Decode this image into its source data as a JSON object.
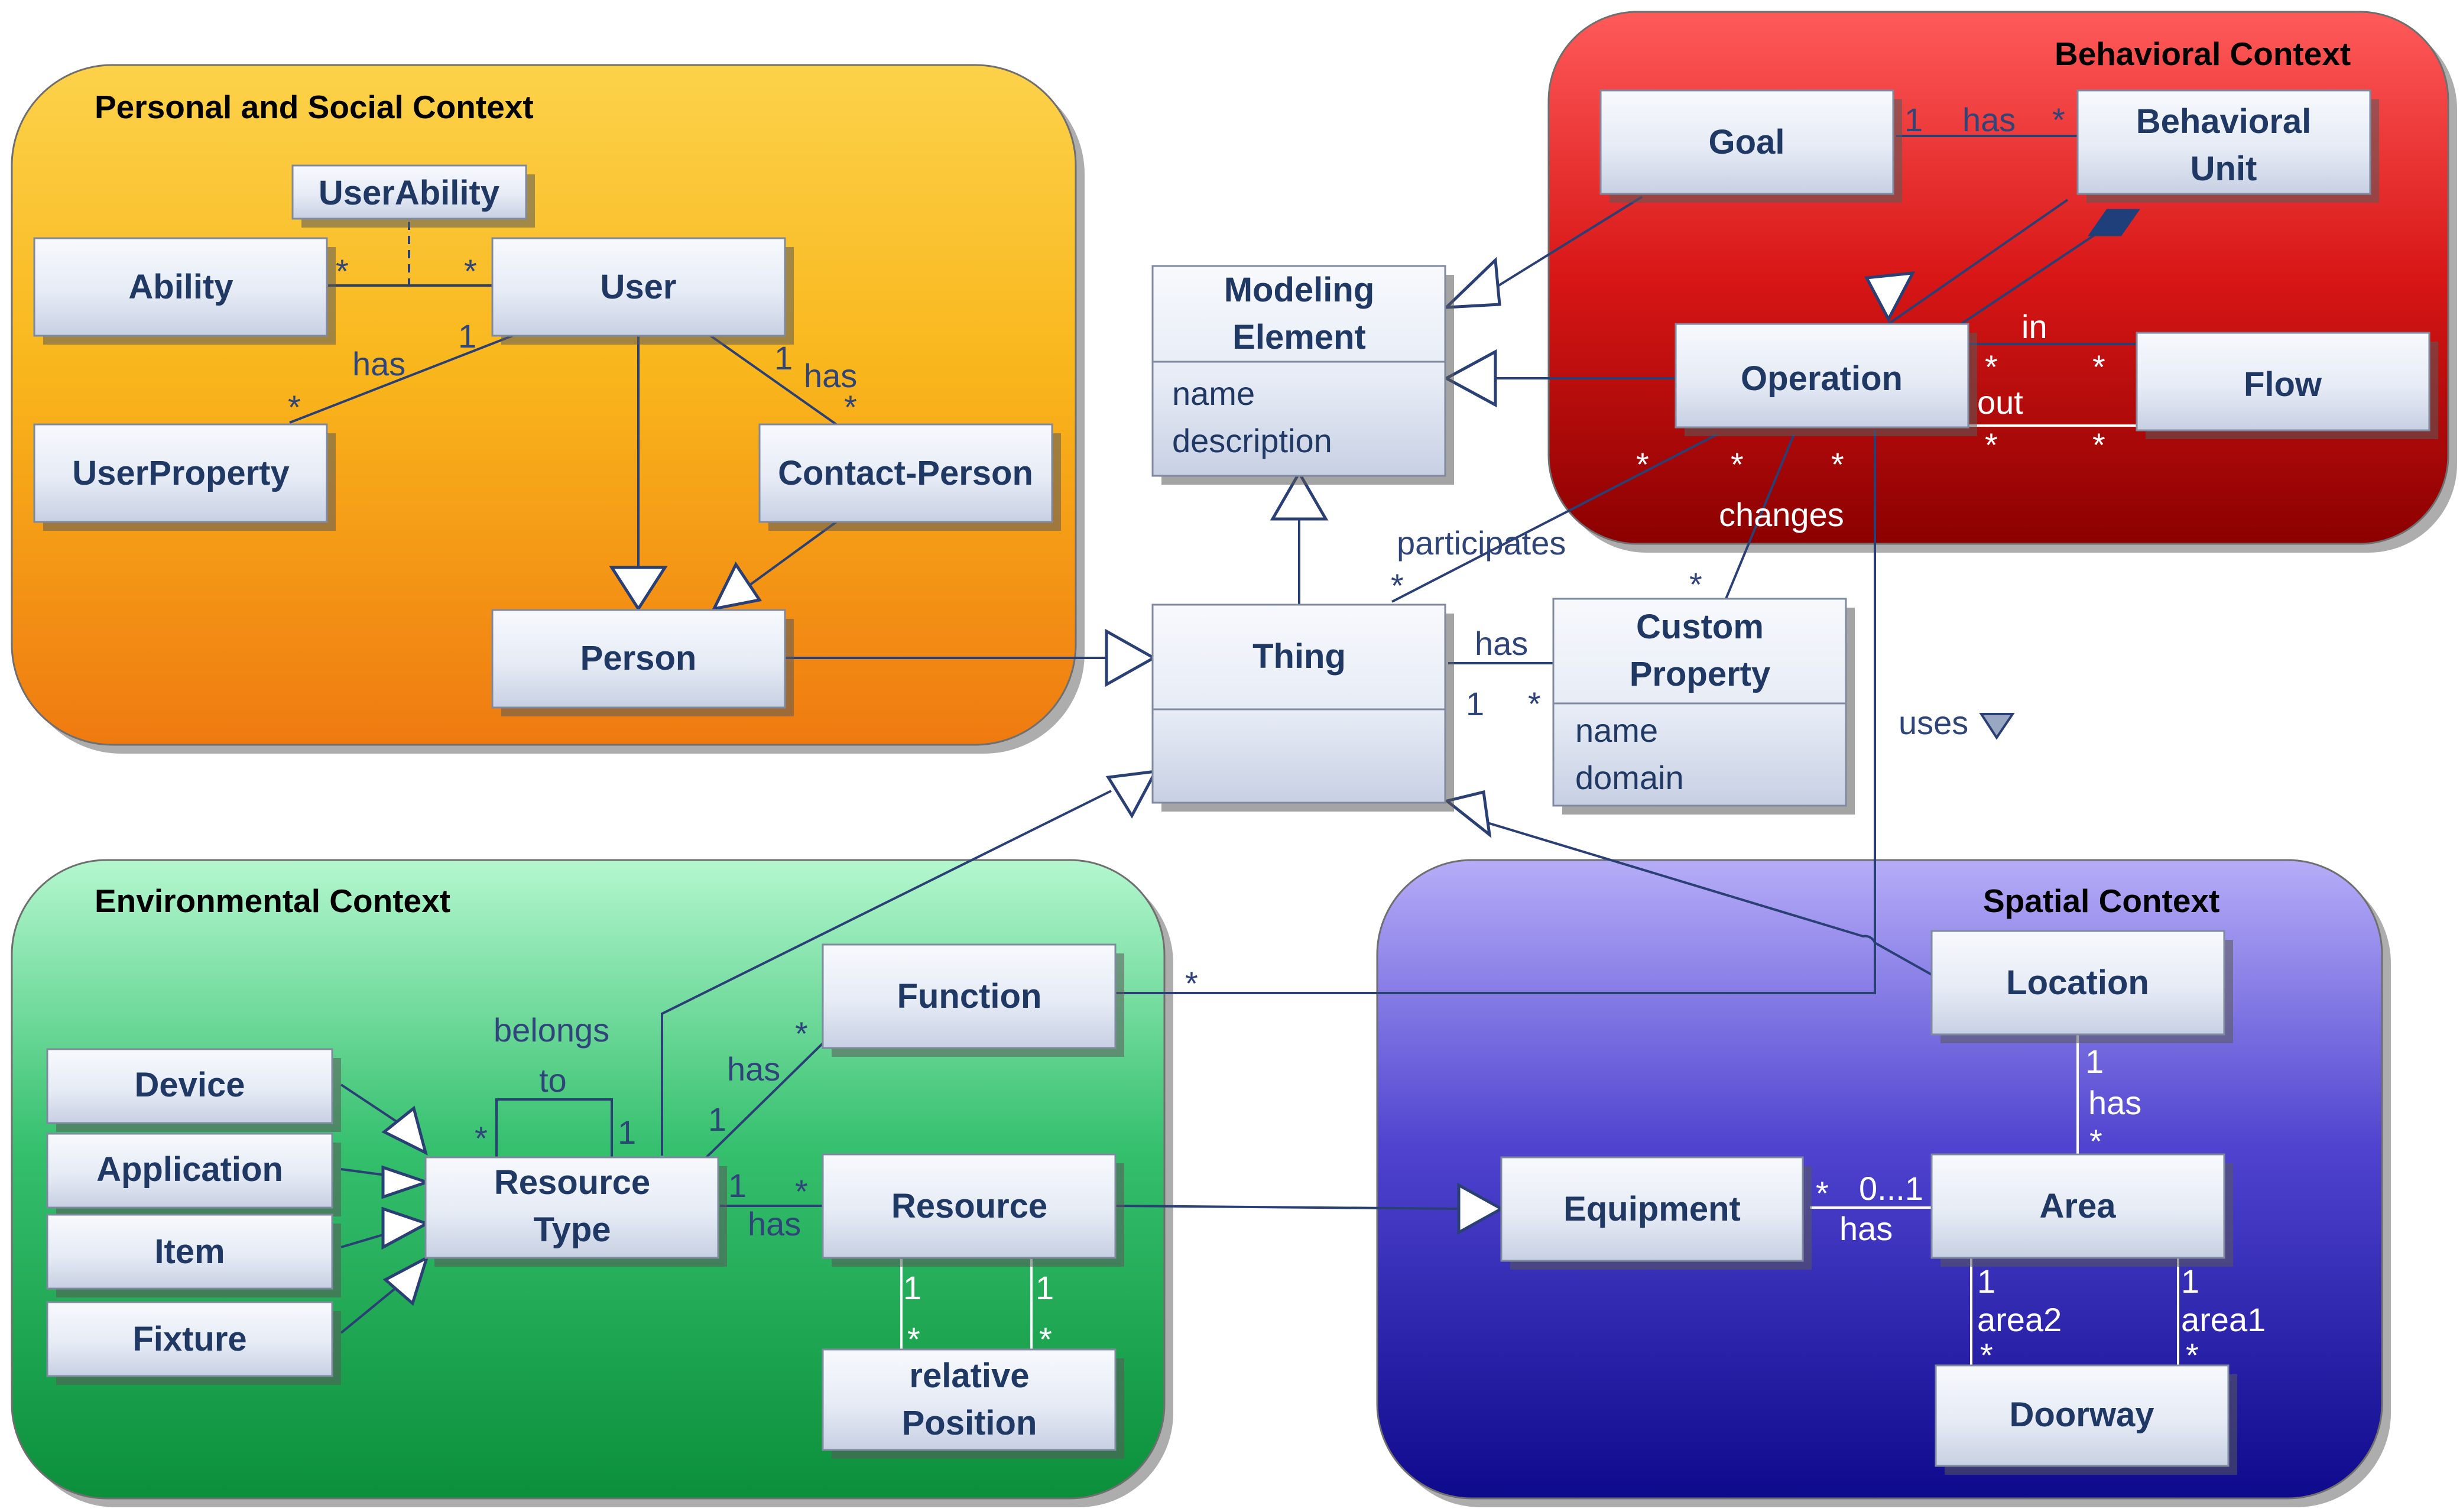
{
  "contexts": {
    "personal": "Personal and Social Context",
    "behavioral": "Behavioral Context",
    "environmental": "Environmental Context",
    "spatial": "Spatial Context"
  },
  "classes": {
    "user_ability": "UserAbility",
    "ability": "Ability",
    "user": "User",
    "user_property": "UserProperty",
    "contact_person": "Contact-Person",
    "person": "Person",
    "modeling_element": [
      "Modeling",
      "Element"
    ],
    "modeling_element_attrs": [
      "name",
      "description"
    ],
    "thing": "Thing",
    "custom_property": [
      "Custom",
      "Property"
    ],
    "custom_property_attrs": [
      "name",
      "domain"
    ],
    "goal": "Goal",
    "behavioral_unit": [
      "Behavioral",
      "Unit"
    ],
    "operation": "Operation",
    "flow": "Flow",
    "function": "Function",
    "device": "Device",
    "application": "Application",
    "item": "Item",
    "fixture": "Fixture",
    "resource_type": [
      "Resource",
      "Type"
    ],
    "resource": "Resource",
    "relative_position": [
      "relative",
      "Position"
    ],
    "location": "Location",
    "equipment": "Equipment",
    "area": "Area",
    "doorway": "Doorway"
  },
  "labels": {
    "has": "has",
    "star": "*",
    "one": "1",
    "in": "in",
    "out": "out",
    "changes": "changes",
    "participates": "participates",
    "uses": "uses",
    "belongs_to": [
      "belongs",
      "to"
    ],
    "zero_to_one": "0...1",
    "area1": "area1",
    "area2": "area2"
  }
}
